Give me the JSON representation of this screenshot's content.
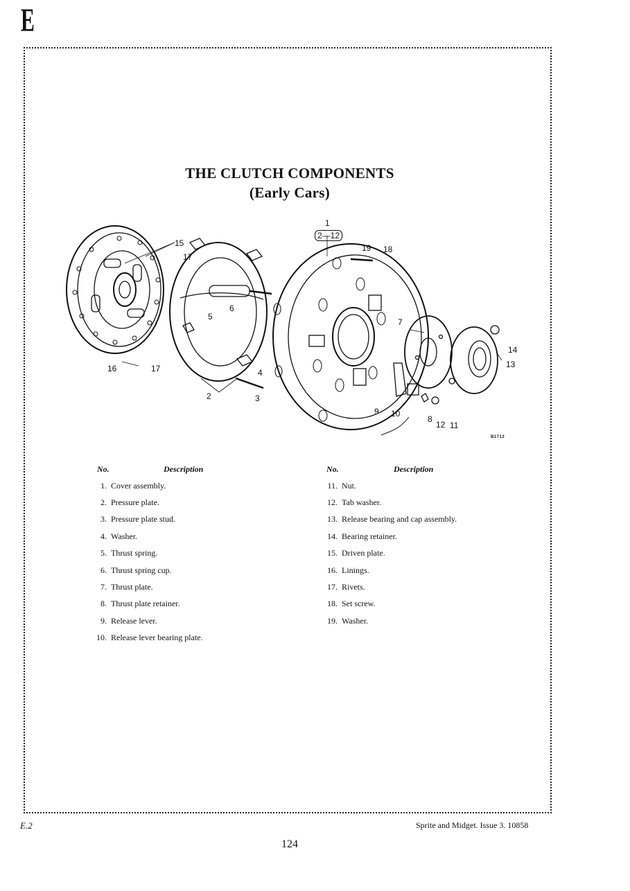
{
  "section_letter": "E",
  "title": {
    "line1": "THE CLUTCH COMPONENTS",
    "line2": "(Early Cars)"
  },
  "diagram": {
    "callouts": [
      "15",
      "17",
      "16",
      "17",
      "5",
      "6",
      "2",
      "4",
      "3",
      "1",
      "2—12",
      "19",
      "18",
      "7",
      "14",
      "13",
      "9",
      "10",
      "8",
      "12",
      "11"
    ],
    "ref_code": "B1712"
  },
  "table": {
    "header_no": "No.",
    "header_desc": "Description",
    "left": [
      {
        "no": "1.",
        "desc": "Cover assembly."
      },
      {
        "no": "2.",
        "desc": "Pressure plate."
      },
      {
        "no": "3.",
        "desc": "Pressure plate stud."
      },
      {
        "no": "4.",
        "desc": "Washer."
      },
      {
        "no": "5.",
        "desc": "Thrust spring."
      },
      {
        "no": "6.",
        "desc": "Thrust spring cup."
      },
      {
        "no": "7.",
        "desc": "Thrust plate."
      },
      {
        "no": "8.",
        "desc": "Thrust plate retainer."
      },
      {
        "no": "9.",
        "desc": "Release lever."
      },
      {
        "no": "10.",
        "desc": "Release lever bearing plate."
      }
    ],
    "right": [
      {
        "no": "11.",
        "desc": "Nut."
      },
      {
        "no": "12.",
        "desc": "Tab washer."
      },
      {
        "no": "13.",
        "desc": "Release bearing and cap assembly."
      },
      {
        "no": "14.",
        "desc": "Bearing retainer."
      },
      {
        "no": "15.",
        "desc": "Driven plate."
      },
      {
        "no": "16.",
        "desc": "Linings."
      },
      {
        "no": "17.",
        "desc": "Rivets."
      },
      {
        "no": "18.",
        "desc": "Set screw."
      },
      {
        "no": "19.",
        "desc": "Washer."
      }
    ]
  },
  "footer": {
    "left": "E.2",
    "right": "Sprite and Midget.  Issue 3.   10858",
    "page_number": "124"
  }
}
